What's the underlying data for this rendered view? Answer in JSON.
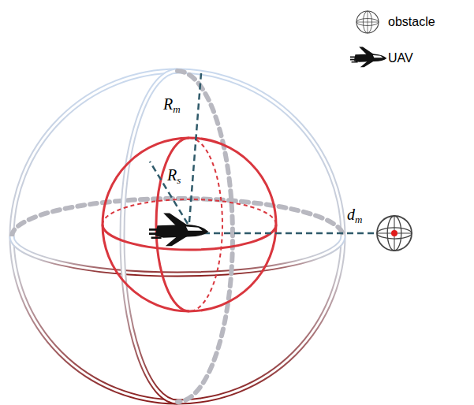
{
  "diagram": {
    "labels": [
      "Rm",
      "Rs",
      "dm"
    ],
    "legend": [
      {
        "text": "obstacle"
      },
      {
        "text": "UAV"
      }
    ]
  }
}
